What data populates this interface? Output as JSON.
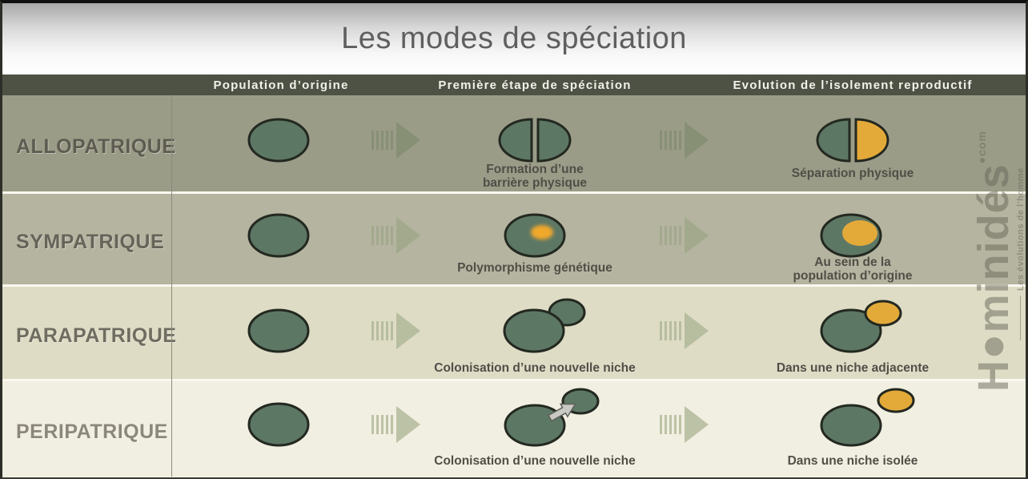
{
  "title": "Les modes de spéciation",
  "header": {
    "columns": [
      "Population d’origine",
      "Première étape de spéciation",
      "Evolution de l’isolement reproductif"
    ]
  },
  "rows": [
    {
      "label": "ALLOPATRIQUE",
      "step_caption": "Formation d’une barrière physique",
      "evolution_caption": "Séparation physique"
    },
    {
      "label": "SYMPATRIQUE",
      "step_caption": "Polymorphisme génétique",
      "evolution_caption": "Au sein de la population d’origine"
    },
    {
      "label": "PARAPATRIQUE",
      "step_caption": "Colonisation d’une nouvelle niche",
      "evolution_caption": "Dans une niche adjacente"
    },
    {
      "label": "PERIPATRIQUE",
      "step_caption": "Colonisation d’une nouvelle niche",
      "evolution_caption": "Dans une niche isolée"
    }
  ],
  "watermark": {
    "brand_start": "H",
    "brand_o": "●",
    "brand_end": "minidés",
    "tld": "●com",
    "tagline": "Les évolutions de l’homme"
  },
  "icons": {
    "flow_arrow": "striped-right-arrow",
    "colonisation_arrow": "up-right-block-arrow"
  },
  "colors": {
    "header_bar": "#4d5244",
    "header_text": "#f2f1ea",
    "title": "#5f5f5f",
    "row1_bg": "#9a9c87",
    "row2_bg": "#b5b4a0",
    "row3_bg": "#dedcc5",
    "row4_bg": "#f1efe1",
    "green": "#5d7765",
    "orange": "#e3aa3a",
    "spot_orange": "#f0a82c",
    "outline": "#232820",
    "arrow1": "#878f75",
    "arrow2": "#a3a98d",
    "arrow3": "#b7bd9f",
    "arrow4": "#bcc2a6",
    "caption": "#514e47",
    "divider": "#8b8b7d",
    "watermark": "#68685a",
    "move_fill": "#c9c9c4",
    "move_stroke": "#5f5f5a"
  }
}
